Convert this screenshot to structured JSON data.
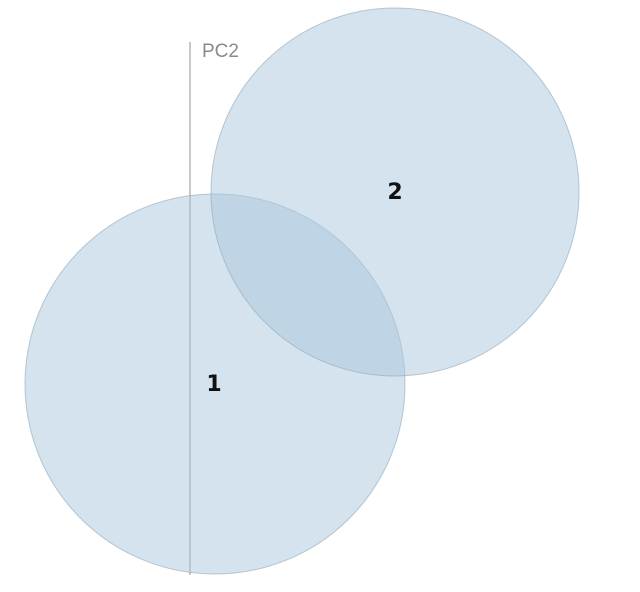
{
  "axis": {
    "label": "PC2"
  },
  "circles": [
    {
      "label": "1",
      "color": "#a9c8de"
    },
    {
      "label": "2",
      "color": "#a9c8de"
    }
  ],
  "colors": {
    "axis": "#c8c8c8",
    "axis_label": "#8a8a8a",
    "circle_fill": "#a9c8de",
    "circle_stroke": "#8ea8b8",
    "label": "#111111"
  }
}
